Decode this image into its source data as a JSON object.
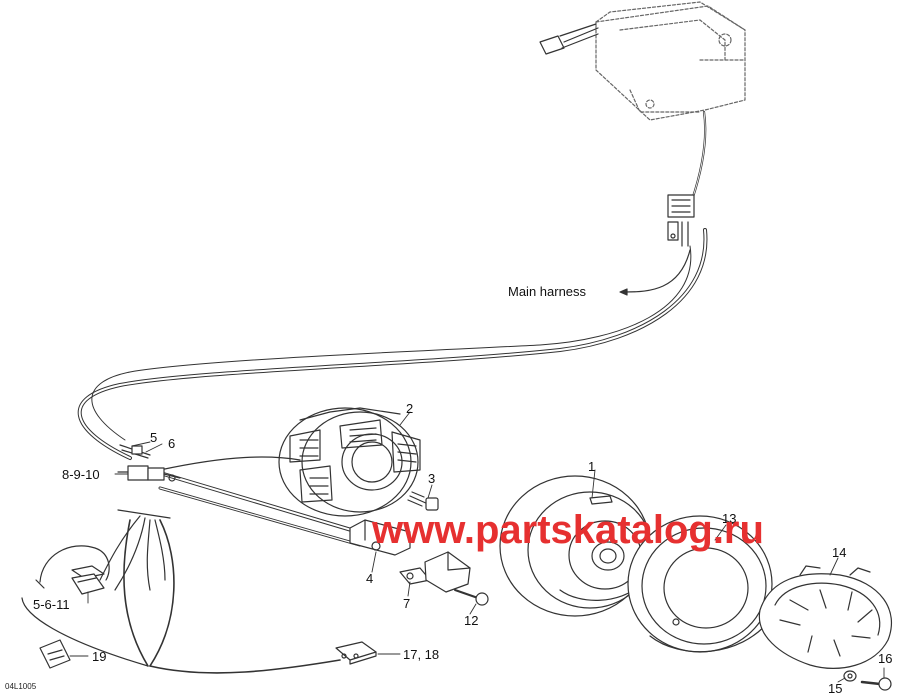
{
  "diagram": {
    "harness_label": "Main harness",
    "doc_ref": "04L1005",
    "watermark": "www.partskatalog.ru",
    "callouts": {
      "c1": "1",
      "c2": "2",
      "c3": "3",
      "c4": "4",
      "c5": "5",
      "c6": "6",
      "c7": "7",
      "c8_9_10": "8-9-10",
      "c5_6_11": "5-6-11",
      "c12": "12",
      "c13": "13",
      "c14": "14",
      "c15": "15",
      "c16": "16",
      "c17_18": "17, 18",
      "c19": "19"
    }
  }
}
